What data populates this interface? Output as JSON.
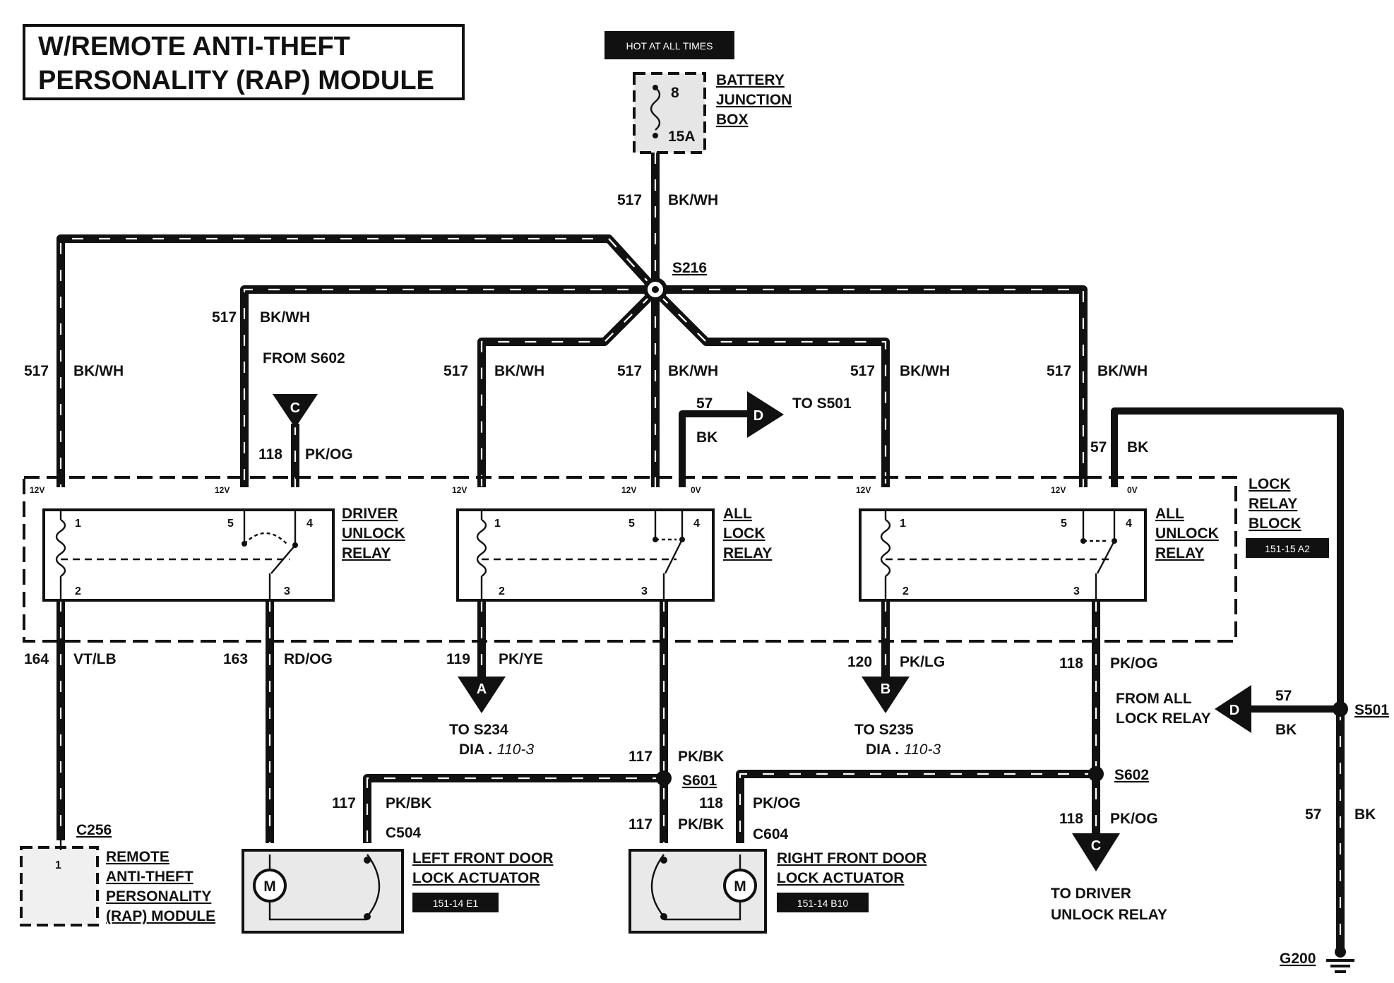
{
  "title": {
    "line1": "W/REMOTE ANTI-THEFT",
    "line2": "PERSONALITY (RAP) MODULE"
  },
  "hot_label": "HOT AT ALL TIMES",
  "battery_junction_box": {
    "line1": "BATTERY",
    "line2": "JUNCTION",
    "line3": "BOX",
    "fuse_number": "8",
    "fuse_rating": "15A"
  },
  "splices": {
    "s216": "S216",
    "s601": "S601",
    "s602": "S602",
    "s501": "S501"
  },
  "ground": "G200",
  "lock_relay_block": {
    "line1": "LOCK",
    "line2": "RELAY",
    "line3": "BLOCK",
    "ref": "151-15 A2"
  },
  "relays": {
    "driver_unlock": {
      "line1": "DRIVER",
      "line2": "UNLOCK",
      "line3": "RELAY"
    },
    "all_lock": {
      "line1": "ALL",
      "line2": "LOCK",
      "line3": "RELAY"
    },
    "all_unlock": {
      "line1": "ALL",
      "line2": "UNLOCK",
      "line3": "RELAY"
    }
  },
  "pins": {
    "p1": "1",
    "p2": "2",
    "p3": "3",
    "p4": "4",
    "p5": "5"
  },
  "voltages": {
    "v12": "12V",
    "v0": "0V"
  },
  "circuits": {
    "c517": "517",
    "bkwh": "BK/WH",
    "c118": "118",
    "pkog": "PK/OG",
    "c57": "57",
    "bk": "BK",
    "c164": "164",
    "vtlb": "VT/LB",
    "c163": "163",
    "rdog": "RD/OG",
    "c119": "119",
    "pkye": "PK/YE",
    "c120": "120",
    "pklg": "PK/LG",
    "c117": "117",
    "pkbk": "PK/BK"
  },
  "notes": {
    "from_s602": "FROM S602",
    "to_s501": "TO S501",
    "to_s234": "TO S234",
    "to_s235": "TO S235",
    "dia_prefix": "DIA .",
    "dia_ref": "110-3",
    "from_all": "FROM ALL",
    "lock_relay": "LOCK RELAY",
    "to_driver": "TO DRIVER",
    "unlock_relay": "UNLOCK RELAY"
  },
  "connector_letters": {
    "a": "A",
    "b": "B",
    "c": "C",
    "d": "D"
  },
  "connectors": {
    "c256": "C256",
    "c504": "C504",
    "c604": "C604"
  },
  "rap_module": {
    "line1": "REMOTE",
    "line2": "ANTI-THEFT",
    "line3": "PERSONALITY",
    "line4": "(RAP) MODULE",
    "pin": "1"
  },
  "left_actuator": {
    "line1": "LEFT FRONT DOOR",
    "line2": "LOCK ACTUATOR",
    "ref": "151-14 E1",
    "motor": "M"
  },
  "right_actuator": {
    "line1": "RIGHT FRONT DOOR",
    "line2": "LOCK ACTUATOR",
    "ref": "151-14 B10",
    "motor": "M"
  }
}
